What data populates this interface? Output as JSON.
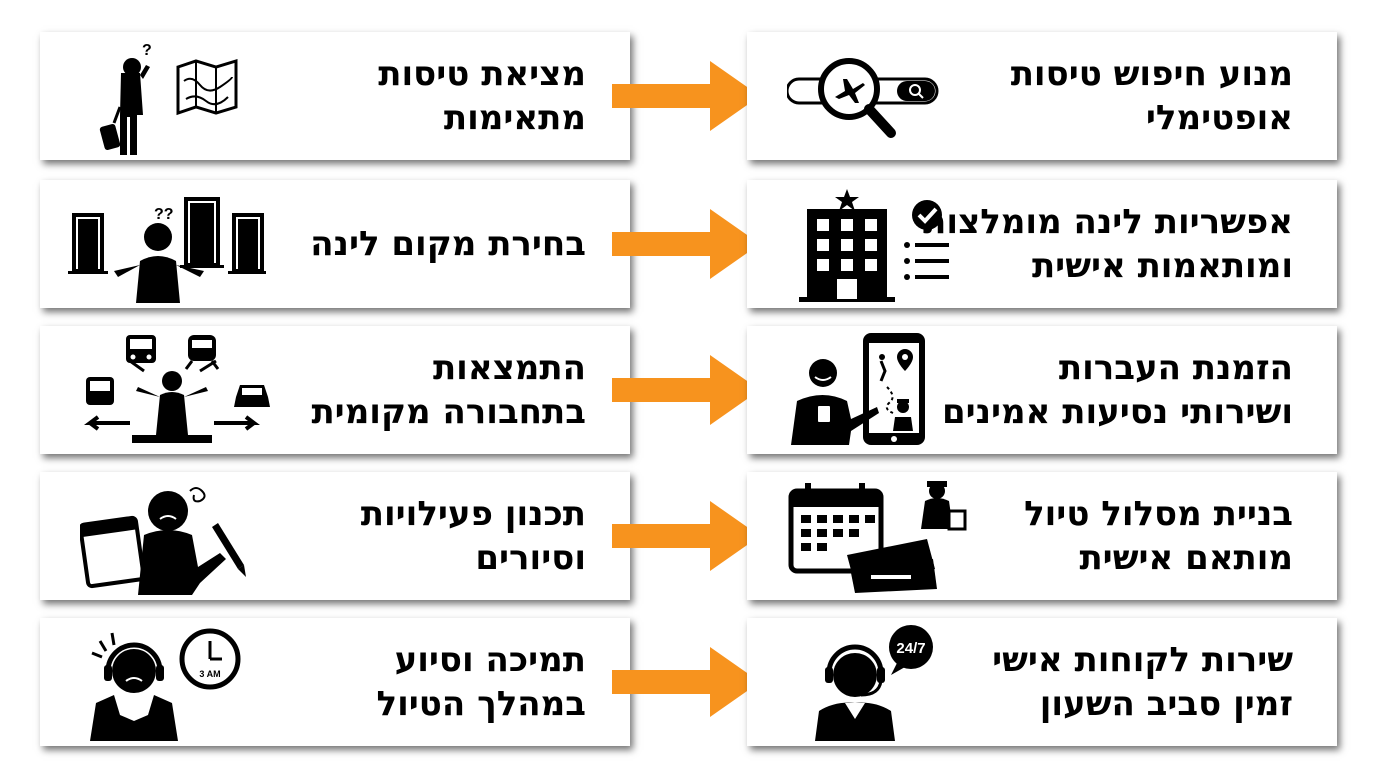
{
  "accent_color": "#F7931E",
  "rows": [
    {
      "problem": {
        "line1": "מציאת טיסות",
        "line2": "מתאימות",
        "icon": "confused-traveler-map-icon"
      },
      "solution": {
        "line1": "מנוע חיפוש טיסות",
        "line2": "אופטימלי",
        "icon": "flight-search-icon"
      }
    },
    {
      "problem": {
        "line1": "בחירת מקום לינה",
        "line2": "",
        "icon": "confused-person-doors-icon"
      },
      "solution": {
        "line1": "אפשריות לינה מומלצות",
        "line2": "ומותאמות אישית",
        "icon": "hotel-checklist-icon"
      }
    },
    {
      "problem": {
        "line1": "התמצאות",
        "line2": "בתחבורה מקומית",
        "icon": "transport-crossroads-icon"
      },
      "solution": {
        "line1": "הזמנת העברות",
        "line2": "ושירותי נסיעות אמינים",
        "icon": "phone-map-driver-icon"
      }
    },
    {
      "problem": {
        "line1": "תכנון פעילויות",
        "line2": "וסיורים",
        "icon": "stressed-planner-icon"
      },
      "solution": {
        "line1": "בניית מסלול טיול",
        "line2": "מותאם אישית",
        "icon": "calendar-tickets-icon"
      }
    },
    {
      "problem": {
        "line1": "תמיכה וסיוע",
        "line2": "במהלך הטיול",
        "icon": "stressed-headset-clock-icon"
      },
      "solution": {
        "line1": "שירות לקוחות אישי",
        "line2": "זמין סביב השעון",
        "icon": "support-agent-247-icon"
      }
    }
  ],
  "icon_text": {
    "clock_label": "3 AM",
    "support_badge": "24/7",
    "question_mark": "?",
    "question_marks": "??"
  }
}
